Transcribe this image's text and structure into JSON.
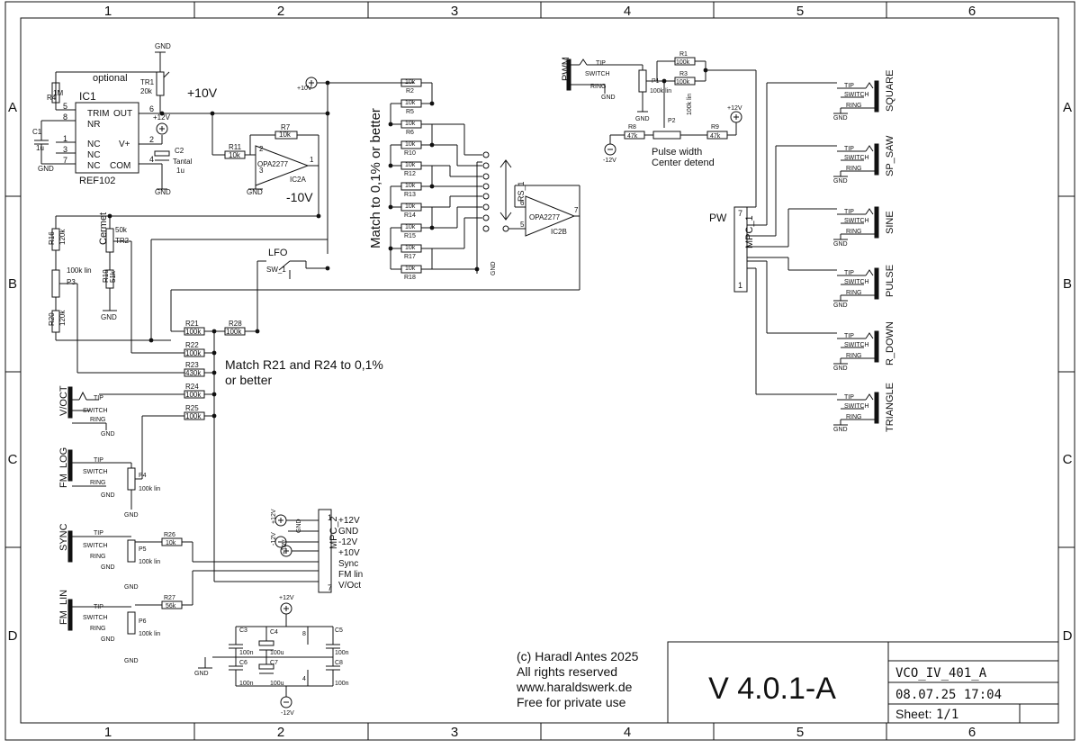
{
  "frame": {
    "columns": [
      "1",
      "2",
      "3",
      "4",
      "5",
      "6"
    ],
    "rows": [
      "A",
      "B",
      "C",
      "D"
    ]
  },
  "title_block": {
    "version": "V 4.0.1-A",
    "filename": "VCO_IV_401_A",
    "datetime": "08.07.25 17:04",
    "sheet_label": "Sheet:",
    "sheet_value": "1/1"
  },
  "copyright": {
    "line1": "(c) Haradl Antes 2025",
    "line2": "All rights reserved",
    "line3": "www.haraldswerk.de",
    "line4": "Free for private use"
  },
  "notes": {
    "optional": "optional",
    "plus10v_big": "+10V",
    "minus10v_big": "-10V",
    "lfo": "LFO",
    "match_r21_line1": "Match R21 and R24 to 0,1%",
    "match_r21_line2": "or better",
    "match_ladder": "Match to 0,1% or better",
    "pulse_width_line1": "Pulse width",
    "pulse_width_line2": "Center detend",
    "pw": "PW",
    "cermet": "Cermet",
    "tantal": "Tantal"
  },
  "ic1": {
    "name": "IC1",
    "part": "REF102",
    "pin_labels_left": [
      "TRIM",
      "NR",
      "NC",
      "NC",
      "NC"
    ],
    "pin_numbers_left": [
      "5",
      "8",
      "1",
      "3",
      "7"
    ],
    "pin_labels_right": [
      "OUT",
      "V+",
      "COM"
    ],
    "pin_numbers_right": [
      "6",
      "2",
      "4"
    ]
  },
  "opamps": [
    {
      "ref": "IC2A",
      "part": "OPA2277",
      "pins": [
        "2",
        "3",
        "1"
      ]
    },
    {
      "ref": "IC2B",
      "part": "OPA2277",
      "pins": [
        "6",
        "5",
        "7"
      ]
    }
  ],
  "resistors": {
    "R1": "100k",
    "R2": "10k",
    "R3": "100k",
    "R4": "1M",
    "R5": "10k",
    "R6": "10k",
    "R7": "10k",
    "R8": "47k",
    "R9": "47k",
    "R10": "10k",
    "R11": "10k",
    "R12": "10k",
    "R13": "10k",
    "R14": "10k",
    "R15": "10k",
    "R16": "120k",
    "R17": "10k",
    "R18": "10k",
    "R19": "51k",
    "R20": "120k",
    "R21": "100k",
    "R22": "100k",
    "R23": "430k",
    "R24": "100k",
    "R25": "100k",
    "R26": "10k",
    "R27": "56k",
    "R28": "100k"
  },
  "pots": {
    "TR1": "20k",
    "TR2": "50k",
    "P1": "100k lin",
    "P2": "100k lin",
    "P3": "100k lin",
    "P4": "100k lin",
    "P5": "100k lin",
    "P6": "100k lin"
  },
  "caps": {
    "C1": "1u",
    "C2": "1u",
    "C3": "100n",
    "C4": "100u",
    "C5": "100n",
    "C6": "100n",
    "C7": "100u",
    "C8": "100n"
  },
  "power": {
    "gnd": "GND",
    "plus12": "+12V",
    "minus12": "-12V",
    "plus10": "+10V"
  },
  "inputs": [
    "V/OCT",
    "FM_LOG",
    "SYNC",
    "FM_LIN"
  ],
  "pwm_input": "PWM",
  "outputs": [
    "SQUARE",
    "SP_SAW",
    "SINE",
    "PULSE",
    "R_DOWN",
    "TRIANGLE"
  ],
  "jack_pins": {
    "tip": "TIP",
    "switch": "SWITCH",
    "ring": "RING"
  },
  "switches": {
    "sw1": "SW_1",
    "rs1": "RS_1"
  },
  "connectors": {
    "mpc1": "MPC_1",
    "mpc2": "MPC_2",
    "mpc1_pins": [
      "7",
      "1"
    ],
    "mpc2_pins": [
      "1",
      "7"
    ],
    "mpc2_labels": [
      "+12V",
      "GND",
      "-12V",
      "+10V",
      "Sync",
      "FM lin",
      "V/Oct"
    ]
  },
  "cap_pin_numbers": [
    "8",
    "4"
  ]
}
